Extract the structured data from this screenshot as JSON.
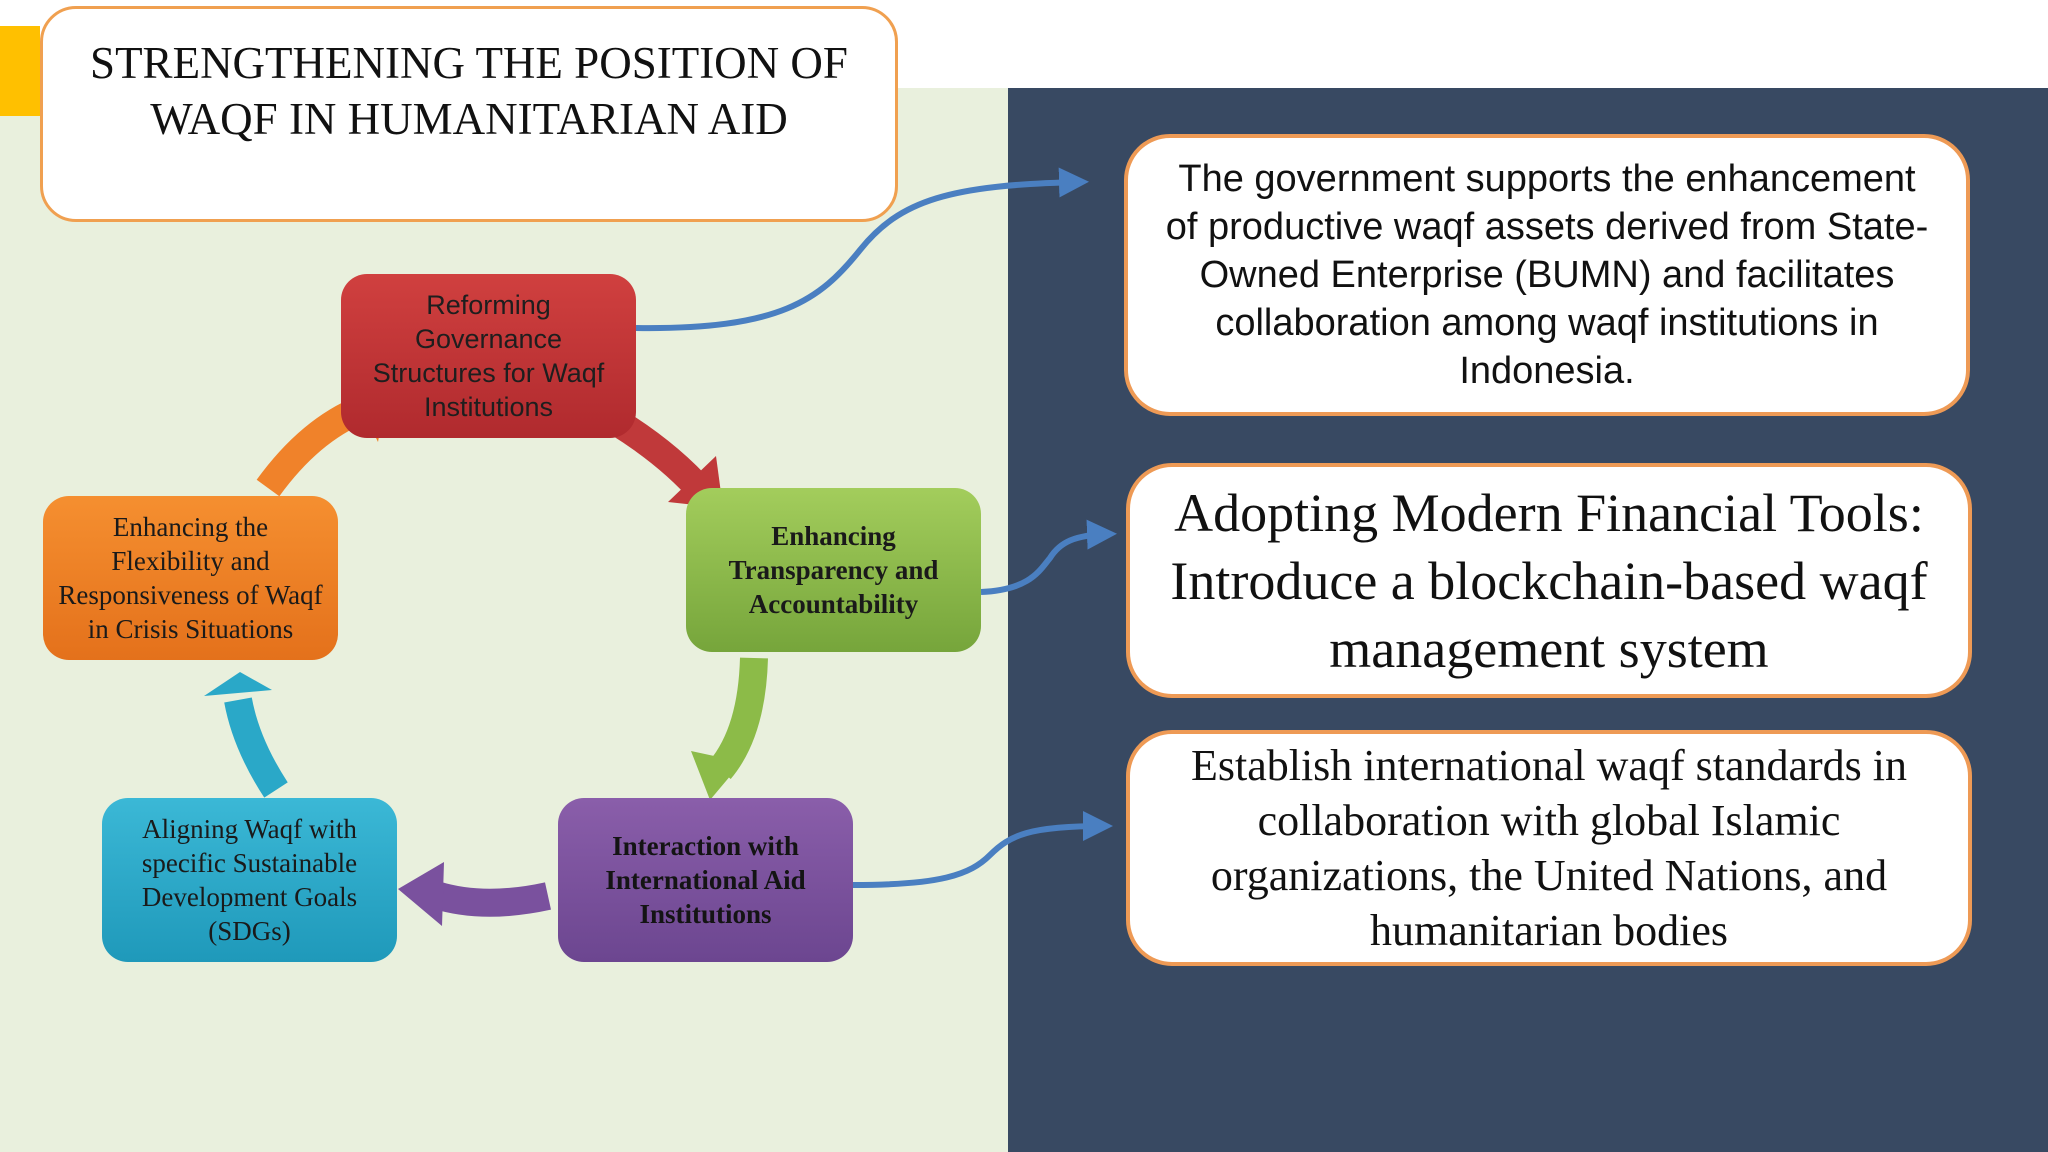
{
  "title": {
    "line1": "STRENGTHENING THE POSITION OF",
    "line2": "WAQF IN HUMANITARIAN AID"
  },
  "cycle": {
    "reforming": "Reforming Governance Structures for Waqf Institutions",
    "transparency": "Enhancing Transparency and Accountability",
    "interaction": "Interaction with International Aid Institutions",
    "sdgs": "Aligning Waqf with specific Sustainable Development Goals (SDGs)",
    "flexibility": "Enhancing the Flexibility and Responsiveness of Waqf in Crisis Situations"
  },
  "callouts": {
    "government": "The government supports the enhancement of productive waqf assets derived from State-Owned Enterprise (BUMN) and facilitates collaboration among waqf institutions in Indonesia.",
    "tools": "Adopting Modern Financial Tools: Introduce a blockchain-based waqf management system",
    "standards": "Establish international waqf standards in collaboration with global Islamic organizations, the United Nations, and humanitarian bodies"
  },
  "colors": {
    "left_panel": "#e9f0dd",
    "right_panel": "#384962",
    "accent": "#ffc000",
    "red": "#c0393a",
    "green": "#8cbb48",
    "purple": "#7a519e",
    "cyan": "#2aa8c8",
    "orange": "#f0822a",
    "connector": "#4a7fc1",
    "callout_border": "#ee9a55"
  }
}
